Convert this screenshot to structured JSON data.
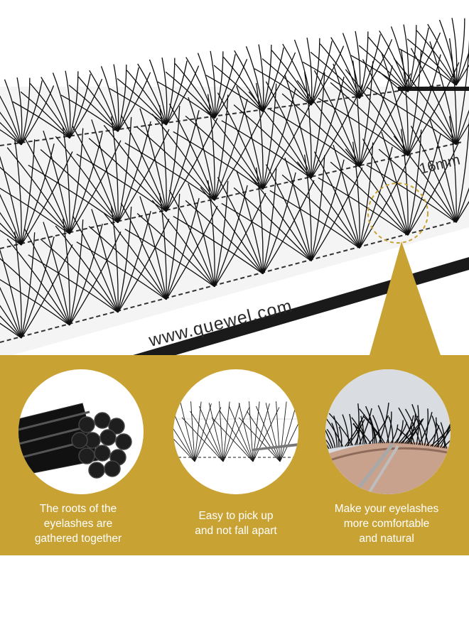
{
  "hero": {
    "brand_url": "www.quewel.com",
    "size_label": "16mm"
  },
  "colors": {
    "gold": "#c9a234",
    "dark": "#111111"
  },
  "features": [
    {
      "caption": "The roots of the\neyelashes are\ngathered together",
      "icon": "fiber-bundle-icon"
    },
    {
      "caption": "Easy to pick up\nand not fall apart",
      "icon": "lash-fans-icon"
    },
    {
      "caption": "Make your eyelashes\nmore comfortable\nand natural",
      "icon": "eye-closeup-icon"
    }
  ]
}
